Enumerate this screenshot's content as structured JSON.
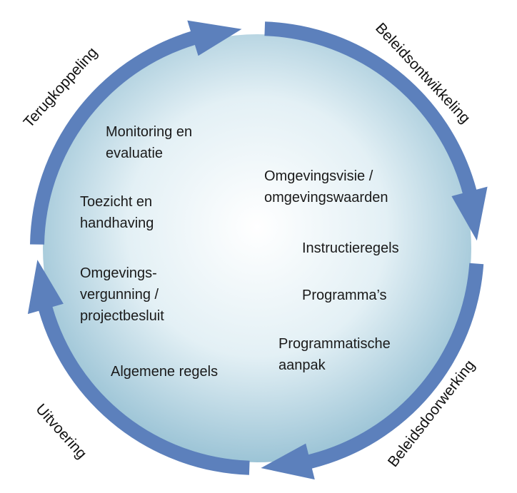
{
  "colors": {
    "arrow": "#5c80bc",
    "circle_center": "#ffffff",
    "circle_edge": "#9cc4d6"
  },
  "stages": {
    "top_right": "Beleidsontwikkeling",
    "bottom_right": "Beleidsdoorwerking",
    "bottom_left": "Uitvoering",
    "top_left": "Terugkoppeling"
  },
  "left_items": [
    [
      "Monitoring en",
      "evaluatie"
    ],
    [
      "Toezicht en",
      "handhaving"
    ],
    [
      "Omgevings-",
      "vergunning /",
      "projectbesluit"
    ],
    [
      "Algemene regels"
    ]
  ],
  "right_items": [
    [
      "Omgevingsvisie /",
      "omgevingswaarden"
    ],
    [
      "Instructieregels"
    ],
    [
      "Programma’s"
    ],
    [
      "Programmatische",
      "aanpak"
    ]
  ]
}
